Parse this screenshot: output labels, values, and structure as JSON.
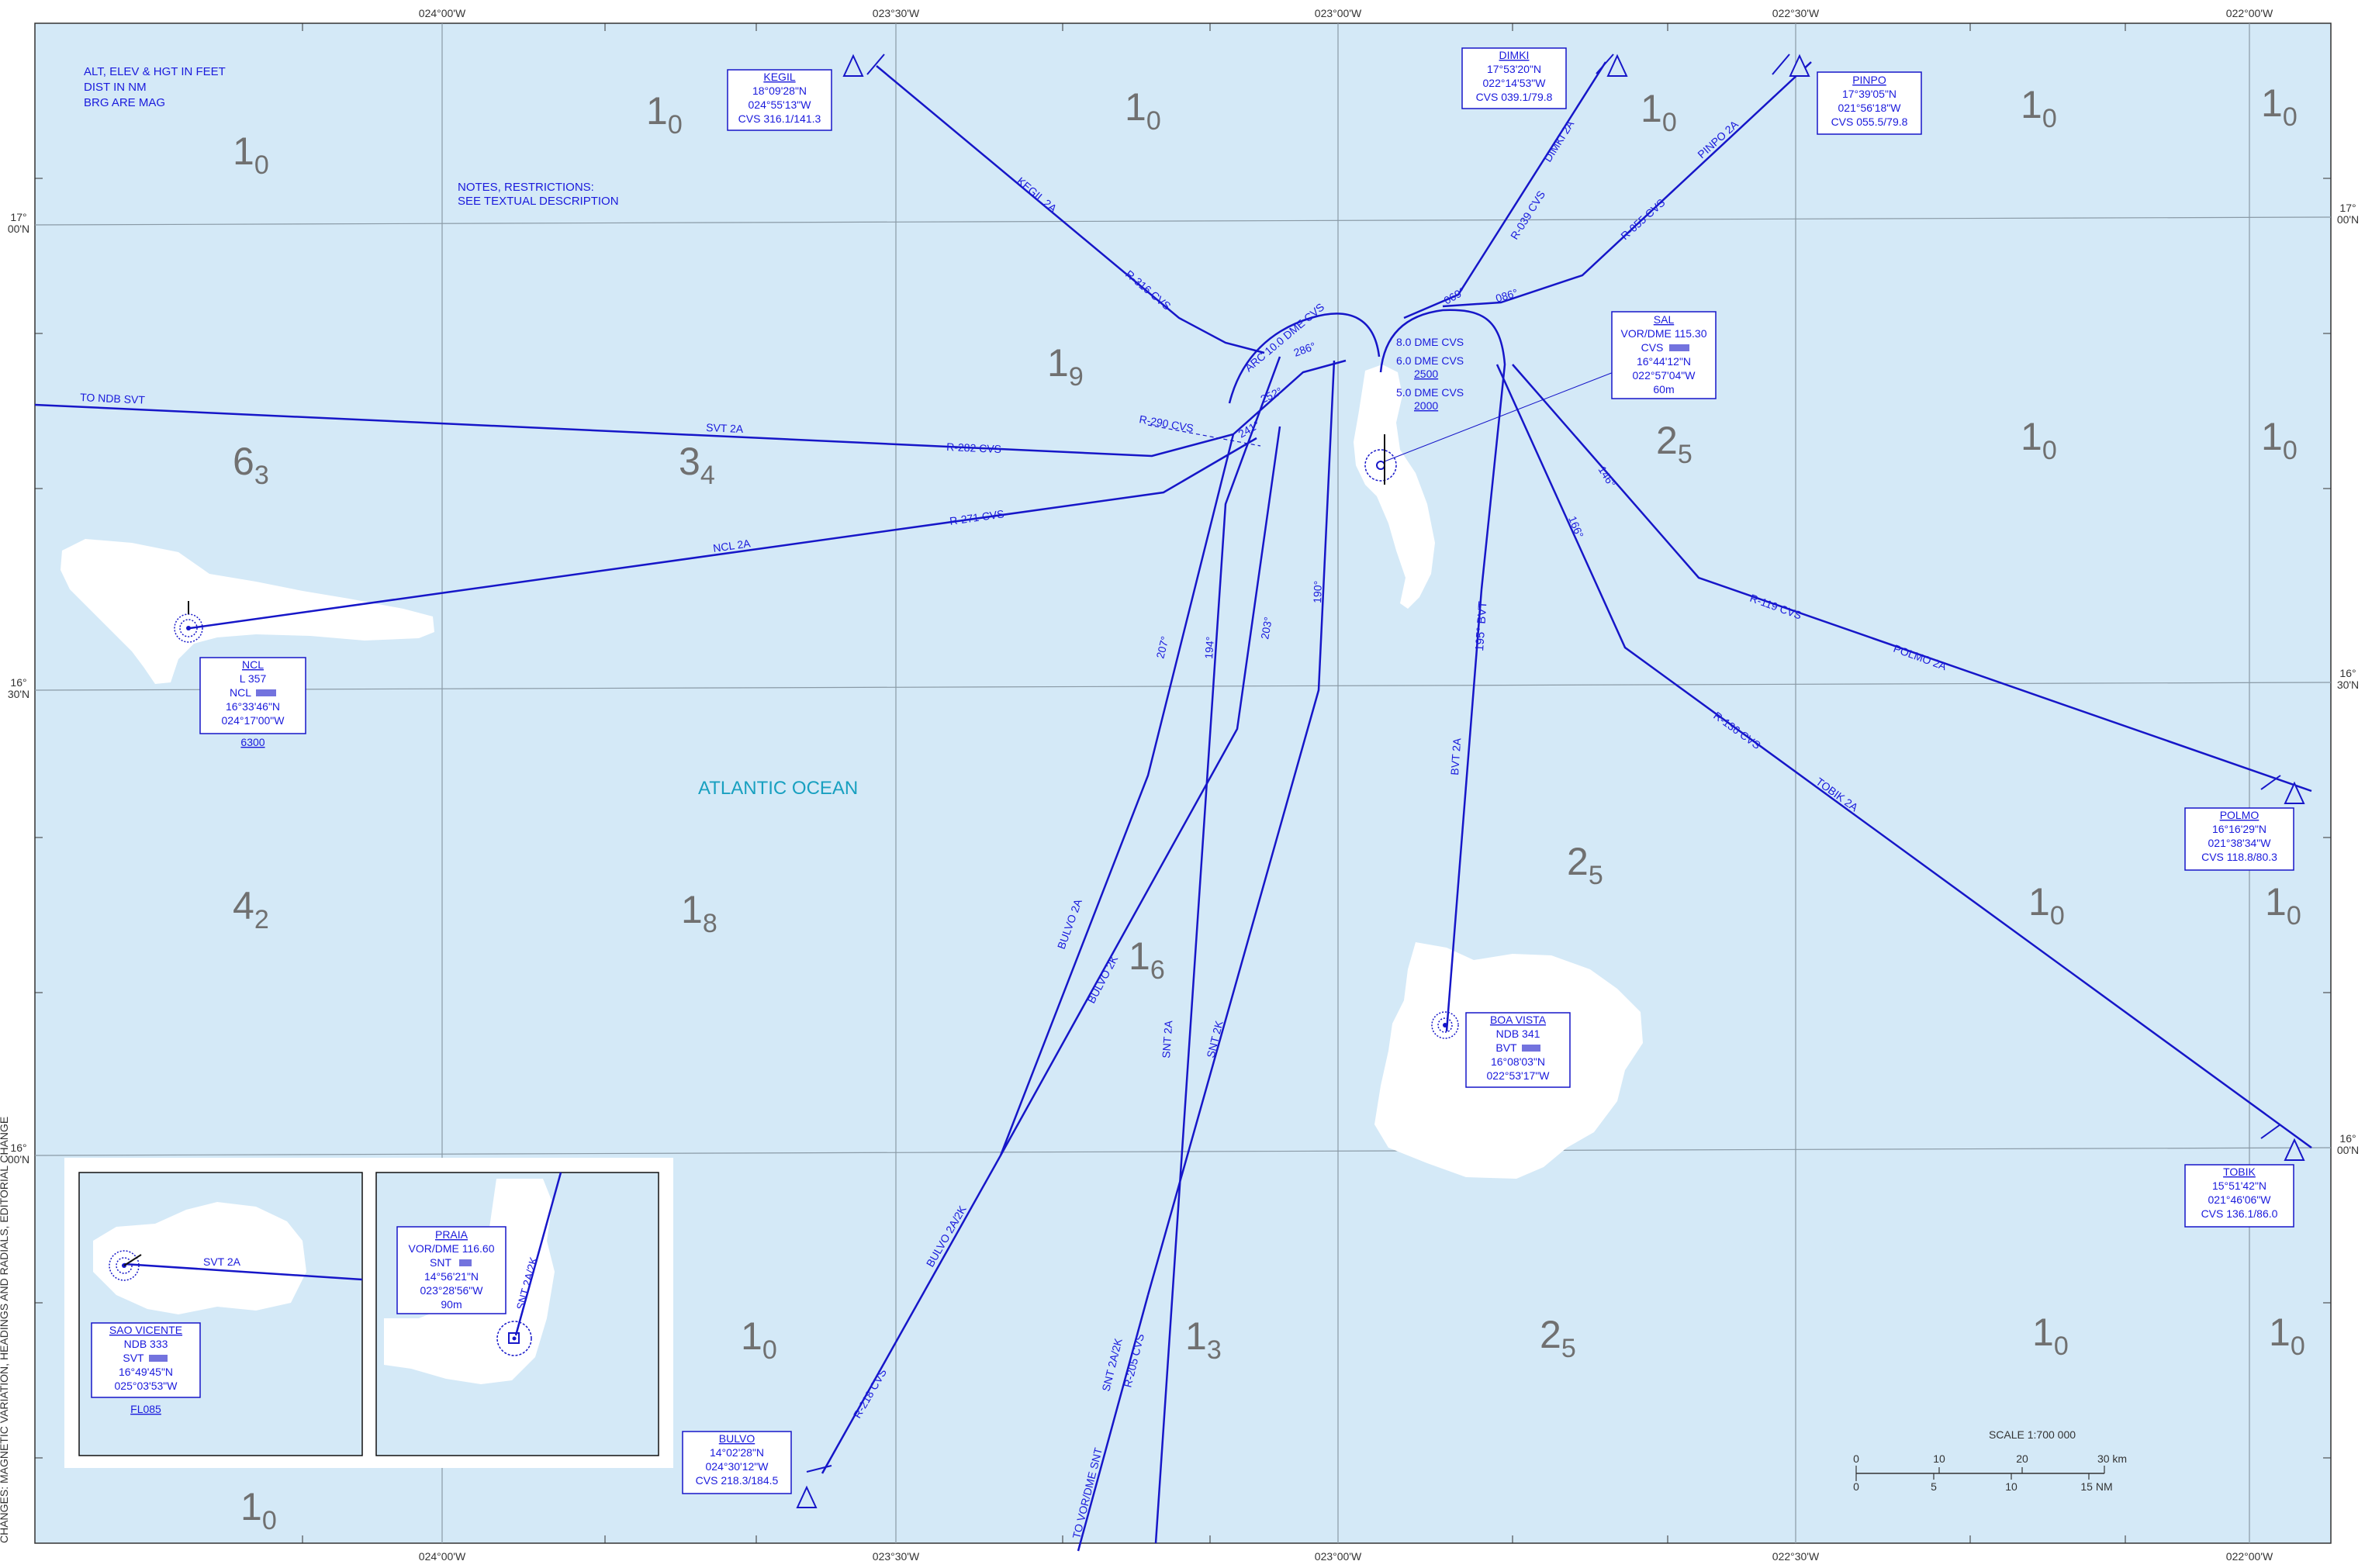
{
  "chart": {
    "notes_units": [
      "ALT, ELEV & HGT IN FEET",
      "DIST IN NM",
      "BRG ARE MAG"
    ],
    "notes_restrictions": [
      "NOTES, RESTRICTIONS:",
      "SEE TEXTUAL DESCRIPTION"
    ],
    "ocean_label": "ATLANTIC OCEAN",
    "side_note": "CHANGES: MAGNETIC VARIATION, HEADINGS AND RADIALS, EDITORIAL CHANGE",
    "scale": {
      "title": "SCALE 1:700 000",
      "km_ticks": [
        "0",
        "10",
        "20",
        "30 km"
      ],
      "nm_ticks": [
        "0",
        "5",
        "10",
        "15 NM"
      ]
    },
    "lon_labels": [
      "024°00'W",
      "023°30'W",
      "023°00'W",
      "022°30'W",
      "022°00'W"
    ],
    "lat_labels": [
      {
        "deg": "17°",
        "min": "00'N"
      },
      {
        "deg": "16°",
        "min": "30'N"
      },
      {
        "deg": "16°",
        "min": "00'N"
      }
    ],
    "elevation_figures": [
      {
        "main": "1",
        "sub": "0"
      },
      {
        "main": "1",
        "sub": "0"
      },
      {
        "main": "1",
        "sub": "0"
      },
      {
        "main": "1",
        "sub": "0"
      },
      {
        "main": "1",
        "sub": "0"
      },
      {
        "main": "1",
        "sub": "0"
      },
      {
        "main": "1",
        "sub": "9"
      },
      {
        "main": "6",
        "sub": "3"
      },
      {
        "main": "3",
        "sub": "4"
      },
      {
        "main": "2",
        "sub": "5"
      },
      {
        "main": "1",
        "sub": "0"
      },
      {
        "main": "1",
        "sub": "0"
      },
      {
        "main": "4",
        "sub": "2"
      },
      {
        "main": "1",
        "sub": "8"
      },
      {
        "main": "1",
        "sub": "6"
      },
      {
        "main": "2",
        "sub": "5"
      },
      {
        "main": "1",
        "sub": "0"
      },
      {
        "main": "1",
        "sub": "0"
      },
      {
        "main": "1",
        "sub": "0"
      },
      {
        "main": "1",
        "sub": "3"
      },
      {
        "main": "2",
        "sub": "5"
      },
      {
        "main": "1",
        "sub": "0"
      },
      {
        "main": "1",
        "sub": "0"
      },
      {
        "main": "1",
        "sub": "0"
      }
    ]
  },
  "waypoints": {
    "kegil": {
      "name": "KEGIL",
      "lines": [
        "18°09'28\"N",
        "024°55'13\"W",
        "CVS 316.1/141.3"
      ]
    },
    "dimki": {
      "name": "DIMKI",
      "lines": [
        "17°53'20\"N",
        "022°14'53\"W",
        "CVS 039.1/79.8"
      ]
    },
    "pinpo": {
      "name": "PINPO",
      "lines": [
        "17°39'05\"N",
        "021°56'18\"W",
        "CVS 055.5/79.8"
      ]
    },
    "polmo": {
      "name": "POLMO",
      "lines": [
        "16°16'29\"N",
        "021°38'34\"W",
        "CVS 118.8/80.3"
      ]
    },
    "tobik": {
      "name": "TOBIK",
      "lines": [
        "15°51'42\"N",
        "021°46'06\"W",
        "CVS 136.1/86.0"
      ]
    },
    "bulvo": {
      "name": "BULVO",
      "lines": [
        "14°02'28\"N",
        "024°30'12\"W",
        "CVS 218.3/184.5"
      ]
    }
  },
  "navaids": {
    "sal": {
      "name": "SAL",
      "lines": [
        "VOR/DME 115.30",
        "CVS",
        "16°44'12\"N",
        "022°57'04\"W",
        "60m"
      ]
    },
    "ncl": {
      "name": "NCL",
      "lines": [
        "L 357",
        "NCL",
        "16°33'46\"N",
        "024°17'00\"W",
        "6300"
      ]
    },
    "boa_vista": {
      "name": "BOA VISTA",
      "lines": [
        "NDB 341",
        "BVT",
        "16°08'03\"N",
        "022°53'17\"W"
      ]
    },
    "praia": {
      "name": "PRAIA",
      "lines": [
        "VOR/DME 116.60",
        "SNT",
        "14°56'21\"N",
        "023°28'56\"W",
        "90m"
      ]
    },
    "sao_vicente": {
      "name": "SAO VICENTE",
      "lines": [
        "NDB 333",
        "SVT",
        "16°49'45\"N",
        "025°03'53\"W",
        "FL085"
      ]
    }
  },
  "routes": {
    "kegil_2a": "KEGIL 2A",
    "r316": "R-316 CVS",
    "dimki_2a": "DIMKI 2A",
    "r039": "R-039 CVS",
    "pinpo_2a": "PINPO 2A",
    "r055": "R-055 CVS",
    "to_ndb_svt": "TO NDB SVT",
    "svt_2a": "SVT 2A",
    "r282": "R-282 CVS",
    "r290": "R-290 CVS",
    "ncl_2a": "NCL 2A",
    "r271": "R-271 CVS",
    "arc": "ARC 10.0 DME CVS",
    "d8": "8.0 DME CVS",
    "d6": "6.0 DME CVS",
    "a2500": "2500",
    "d5": "5.0 DME CVS",
    "a2000": "2000",
    "b286": "286°",
    "b252": "252°",
    "b241": "241°",
    "b069": "069°",
    "b086": "086°",
    "b146": "146°",
    "b166": "166°",
    "r119": "R-119 CVS",
    "polmo_2a": "POLMO 2A",
    "r136": "R-136 CVS",
    "tobik_2a": "TOBIK 2A",
    "b195bvt": "195° BVT",
    "bvt_2a": "BVT 2A",
    "b207": "207°",
    "b194": "194°",
    "b203": "203°",
    "b190": "190°",
    "bulvo_2a": "BULVO 2A",
    "bulvo_2k": "BULVO 2K",
    "bulvo_2a2k": "BULVO 2A/2K",
    "r218": "R-218 CVS",
    "snt_2a": "SNT 2A",
    "snt_2k": "SNT 2K",
    "snt_2a2k": "SNT 2A/2K",
    "r205": "R-205 CVS",
    "to_vor_snt": "TO VOR/DME SNT",
    "inset_svt_2a": "SVT 2A",
    "inset_snt_2a2k": "SNT 2A/2K"
  },
  "colors": {
    "ocean": "#d4e9f7",
    "route": "#1616c8",
    "grid": "#8a9aa6",
    "elevation": "#707070",
    "ocean_label": "#18a0c0"
  }
}
